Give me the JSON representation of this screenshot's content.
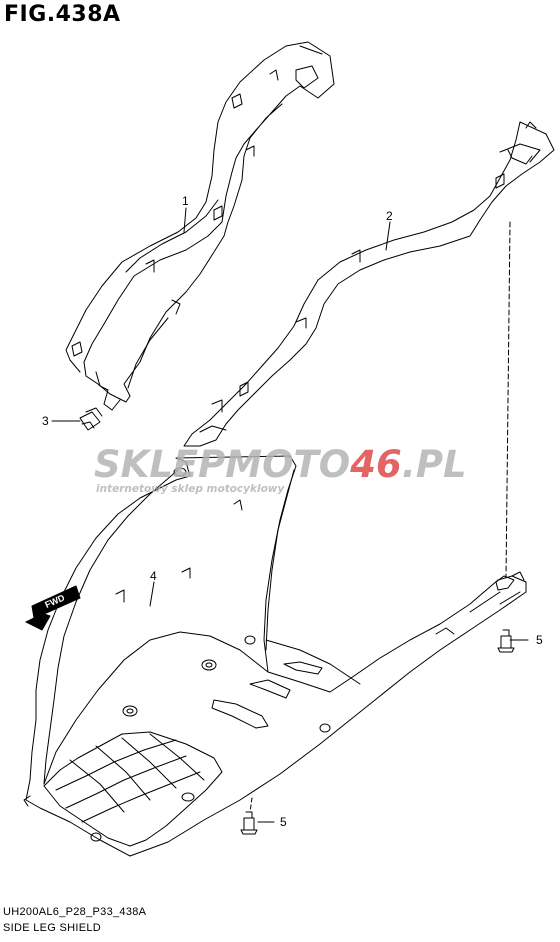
{
  "figure": {
    "title": "FIG.438A",
    "code": "UH200AL6_P28_P33_438A",
    "caption": "SIDE LEG SHIELD"
  },
  "callouts": [
    "1",
    "2",
    "3",
    "4",
    "5",
    "5"
  ],
  "fwd_arrow": {
    "label": "FWD"
  },
  "watermark": {
    "brand_part1": "SKLEPMOTO",
    "brand_part2": "46",
    "brand_part3": ".PL",
    "tagline": "internetowy sklep motocyklowy",
    "color_gray": "#b5b5b5",
    "color_red": "#e04a4a"
  },
  "colors": {
    "line": "#000000",
    "background": "#ffffff"
  }
}
